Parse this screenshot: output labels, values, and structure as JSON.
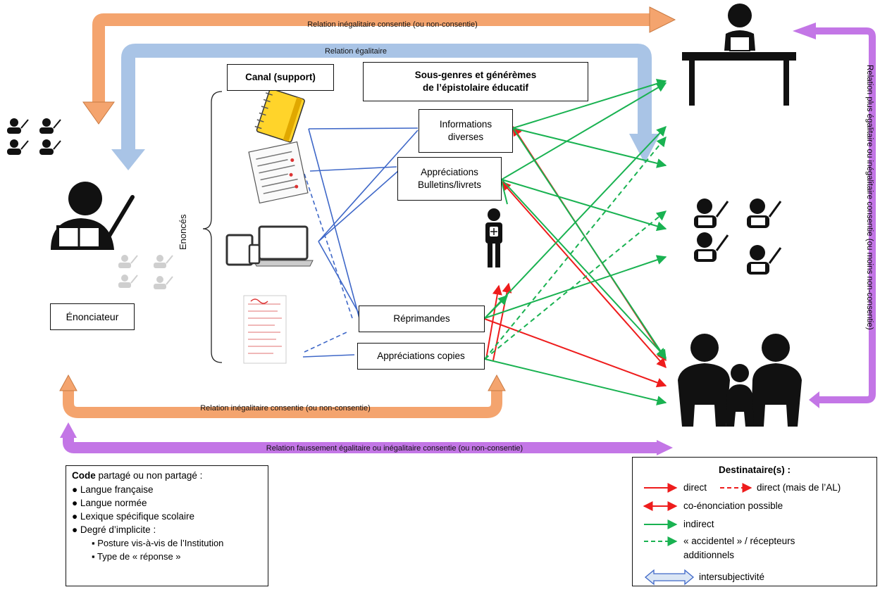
{
  "relations": {
    "top_orange": "Relation inégalitaire consentie (ou non-consentie)",
    "top_blue": "Relation égalitaire",
    "bottom_orange": "Relation inégalitaire consentie (ou non-consentie)",
    "bottom_purple": "Relation faussement égalitaire ou inégalitaire consentie (ou non-consentie)",
    "right_purple": "Relation plus égalitaire ou inégalitaire consentie (ou moins non-consentie)"
  },
  "headers": {
    "canal": "Canal (support)",
    "sous_genres_line1": "Sous-genres et générèmes",
    "sous_genres_line2": "de l’épistolaire éducatif"
  },
  "enonces_label": "Enoncés",
  "enonciateur_label": "Énonciateur",
  "genres": {
    "informations_line1": "Informations",
    "informations_line2": "diverses",
    "appreciations_line1": "Appréciations",
    "appreciations_line2": "Bulletins/livrets",
    "reprimandes": "Réprimandes",
    "appreciations_copies": "Appréciations copies"
  },
  "code": {
    "title_bold": "Code",
    "title_rest": " partagé ou non partagé :",
    "items": [
      "Langue française",
      "Langue normée",
      "Lexique spécifique scolaire",
      "Degré d’implicite :"
    ],
    "subitems": [
      "Posture vis-à-vis de l’Institution",
      "Type de « réponse »"
    ]
  },
  "legend": {
    "title": "Destinataire(s) :",
    "direct": "direct",
    "direct_al": "direct (mais de l’AL)",
    "coenonciation": "co-énonciation possible",
    "indirect": "indirect",
    "accidentel_line1": "« accidentel » / récepteurs",
    "accidentel_line2": "additionnels",
    "intersubjectivite": "intersubjectivité"
  },
  "colors": {
    "orange": "#f4a46e",
    "blue": "#a9c4e6",
    "purple": "#c376e6",
    "red": "#ee1c1c",
    "green": "#19b251",
    "line_blue": "#3f68c8"
  },
  "icons": [
    "teacher-icon",
    "students-icon",
    "notebook-icon",
    "document-icon",
    "devices-icon",
    "paper-copy-icon",
    "student-backpack-icon",
    "desk-admin-icon",
    "family-icon"
  ]
}
